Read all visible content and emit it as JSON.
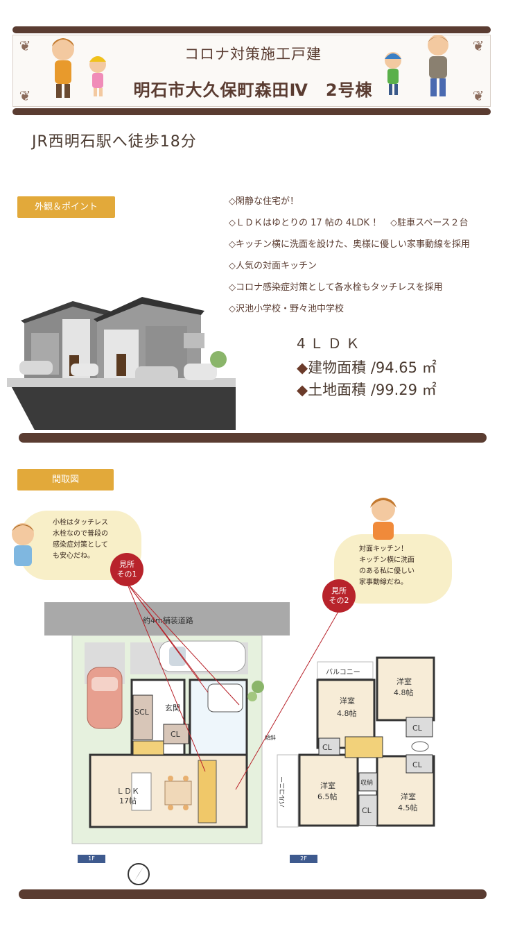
{
  "banner": {
    "title1": "コロナ対策施工戸建",
    "title2": "明石市大久保町森田Ⅳ　2号棟"
  },
  "station": "JR西明石駅へ徒歩18分",
  "section_exterior": "外観＆ポイント",
  "points": [
    "◇閑静な住宅が！",
    "◇ＬＤＫはゆとりの 17 帖の 4LDK ！　◇駐車スペース２台",
    "◇キッチン横に洗面を設けた、奥様に優しい家事動線を採用",
    "◇人気の対面キッチン",
    "◇コロナ感染症対策として各水栓もタッチレスを採用",
    "◇沢池小学校・野々池中学校"
  ],
  "layout_type": "4ＬＤＫ",
  "building_area": {
    "marker": "◆",
    "label": "建物面積 /94.65 ㎡"
  },
  "land_area": {
    "marker": "◆",
    "label": "土地面積 /99.29 ㎡"
  },
  "section_floorplan": "間取図",
  "bubble_left": [
    "小栓はタッチレス",
    "水栓なので普段の",
    "感染症対策として",
    "も安心だね。"
  ],
  "bubble_right": [
    "対面キッチン！",
    "キッチン横に洗面",
    "のある私に優しい",
    "家事動線だね。"
  ],
  "callout1": [
    "見所",
    "その1"
  ],
  "callout2": [
    "見所",
    "その2"
  ],
  "road": "約4m舗装道路",
  "rooms_1f": {
    "scl": "SCL",
    "entrance": "玄関",
    "cl": "CL",
    "ldk": "ＬＤＫ",
    "ldk_size": "17帖",
    "slope": "傾斜"
  },
  "rooms_2f": {
    "balcony_top": "バルコニー",
    "balcony_side": "バルコニー",
    "room1": "洋室",
    "room1_size": "4.8帖",
    "room2": "洋室",
    "room2_size": "4.8帖",
    "room3": "洋室",
    "room3_size": "6.5帖",
    "room4": "洋室",
    "room4_size": "4.5帖",
    "cl1": "CL",
    "cl2": "CL",
    "cl3": "CL",
    "cl4": "CL",
    "storage": "収納"
  },
  "floor_1f": "1F",
  "floor_2f": "2F",
  "colors": {
    "accent_brown": "#5a3c31",
    "label_gold": "#e2a93a",
    "callout_red": "#b8232b"
  },
  "icons": [
    "compass-icon"
  ]
}
